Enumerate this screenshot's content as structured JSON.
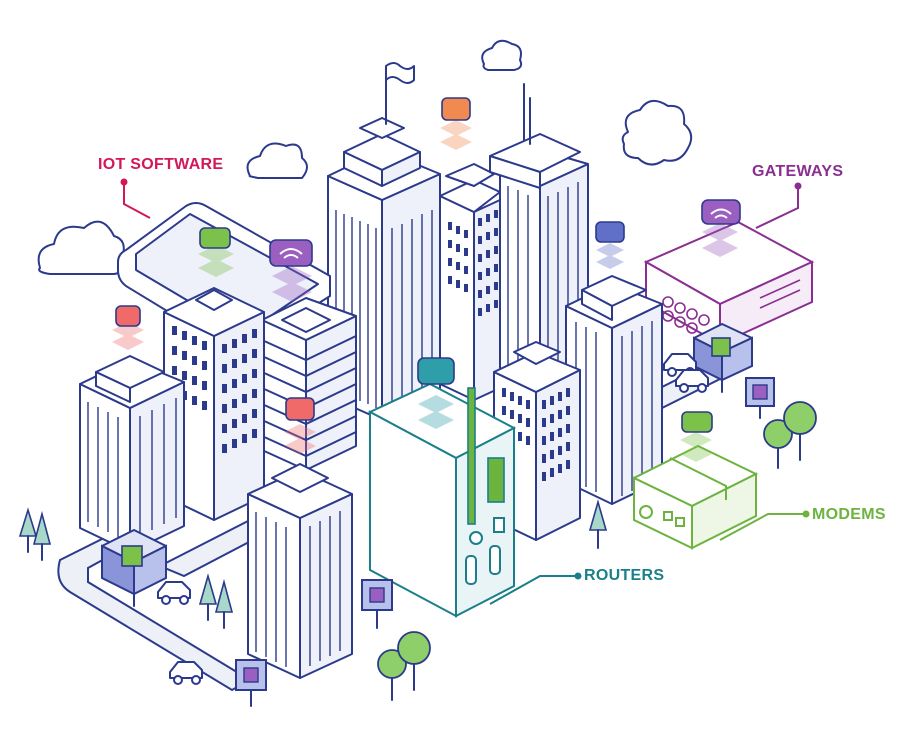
{
  "labels": {
    "iot_software": "IOT SOFTWARE",
    "gateways": "GATEWAYS",
    "modems": "MODEMS",
    "routers": "ROUTERS"
  },
  "colors": {
    "outline": "#2c3a8c",
    "iot_software": "#d2175a",
    "gateways": "#8a2f91",
    "modems": "#6cb33f",
    "routers": "#1a7f8a",
    "sensor_red": "#f06a6a",
    "sensor_orange": "#f08a50",
    "sensor_purple": "#9a5fc0",
    "sensor_green": "#7cc24a",
    "sensor_teal": "#2e9ea8",
    "sensor_blue": "#6070c8",
    "tree": "#a8d8c8",
    "leaf": "#8ecf6a"
  },
  "icons": [
    "cloud-icon",
    "wifi-icon",
    "bluetooth-icon",
    "flag-icon",
    "sensor-chip-icon",
    "cube-node-icon",
    "car-icon",
    "tree-icon"
  ]
}
